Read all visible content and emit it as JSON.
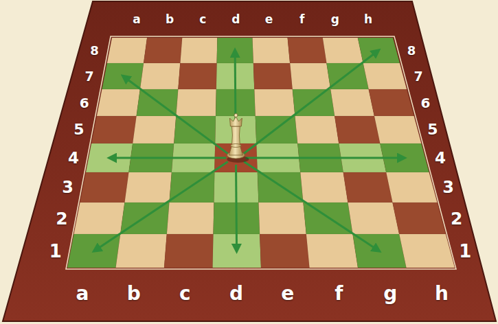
{
  "diagram": {
    "labels": [
      "a",
      "b",
      "c",
      "d",
      "e",
      "f",
      "g",
      "h",
      "8",
      "8",
      "7",
      "7",
      "6",
      "6",
      "5",
      "5",
      "4",
      "4",
      "3",
      "3",
      "2",
      "2",
      "1",
      "1",
      "a",
      "b",
      "c",
      "d",
      "e",
      "f",
      "g",
      "h"
    ]
  }
}
